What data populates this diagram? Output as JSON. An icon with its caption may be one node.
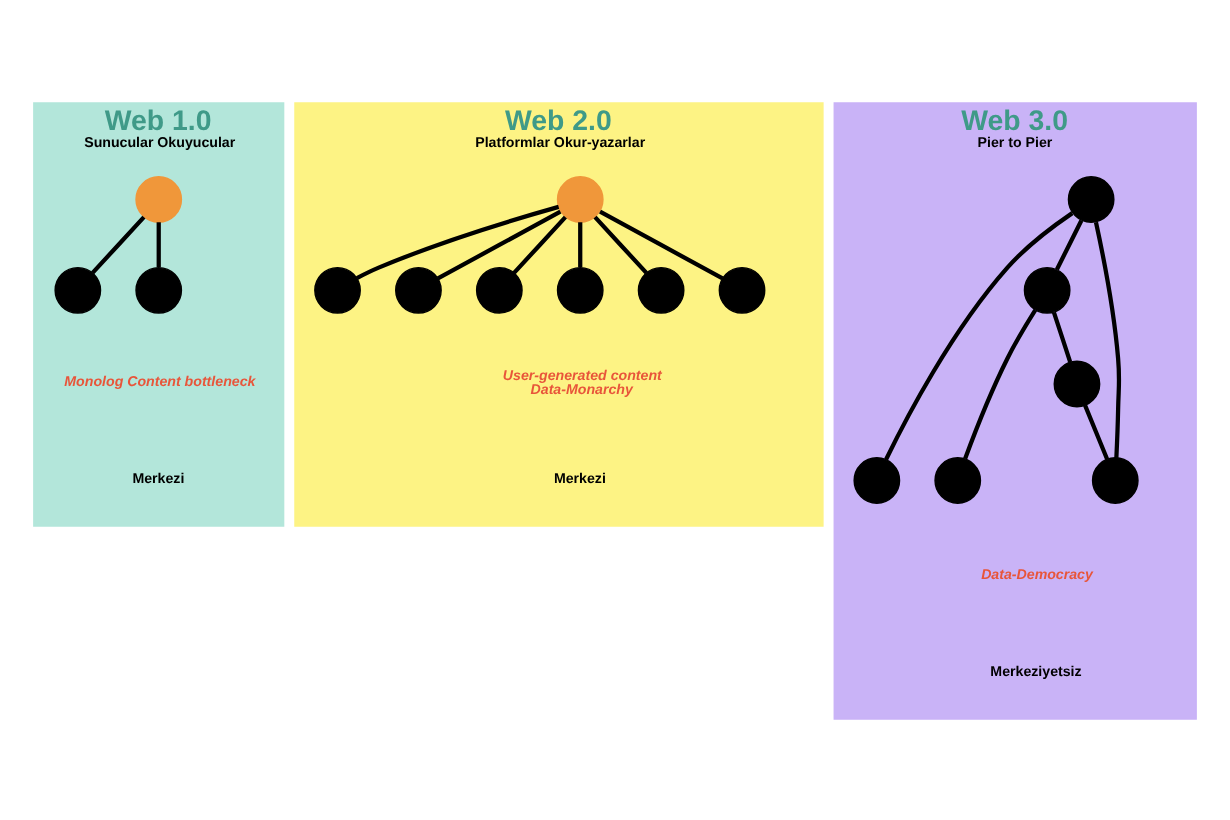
{
  "diagram": {
    "nodes": [
      {
        "text": [
          "Web 1.0",
          "Sunucular Okuyucular",
          "Monolog Content bottleneck"
        ],
        "beside": [
          "Merkezi"
        ]
      },
      {
        "text": [],
        "shape": "circle",
        "in": 0
      },
      {
        "text": [],
        "shape": "circle",
        "in": 0
      },
      {
        "text": [],
        "shape": "circle",
        "in": 0
      },
      {
        "text": [
          "Web 2.0",
          "Platformlar Okur-yazarlar",
          "User-generated content",
          "Data-Monarchy"
        ],
        "beside": [
          "Merkezi"
        ]
      },
      {
        "text": [],
        "shape": "circle",
        "in": 4
      },
      {
        "text": [],
        "shape": "circle",
        "in": 4
      },
      {
        "text": [],
        "shape": "circle",
        "in": 4
      },
      {
        "text": [],
        "shape": "circle",
        "in": 4
      },
      {
        "text": [],
        "shape": "circle",
        "in": 4
      },
      {
        "text": [],
        "shape": "circle",
        "in": 4
      },
      {
        "text": [],
        "shape": "circle",
        "in": 4
      },
      {
        "text": [
          "Web 3.0",
          "Pier to Pier",
          "Data-Democracy"
        ],
        "beside": [
          "Merkeziyetsiz"
        ]
      },
      {
        "text": [],
        "shape": "circle",
        "in": 12
      },
      {
        "text": [],
        "shape": "circle",
        "in": 12
      },
      {
        "text": [],
        "shape": "circle",
        "in": 12
      },
      {
        "text": [],
        "shape": "circle",
        "in": 12
      },
      {
        "text": [],
        "shape": "circle",
        "in": 12
      },
      {
        "text": [],
        "shape": "circle",
        "in": 12
      }
    ],
    "edges": [
      {
        "from": 1,
        "to": 2,
        "arrow": "none"
      },
      {
        "from": 1,
        "to": 3,
        "arrow": "none"
      },
      {
        "from": 8,
        "to": 5,
        "arrow": "none"
      },
      {
        "from": 8,
        "to": 6,
        "arrow": "none"
      },
      {
        "from": 8,
        "to": 7,
        "arrow": "none"
      },
      {
        "from": 8,
        "to": 9,
        "arrow": "none"
      },
      {
        "from": 8,
        "to": 10,
        "arrow": "none"
      },
      {
        "from": 8,
        "to": 11,
        "arrow": "none"
      },
      {
        "from": 13,
        "to": 14,
        "arrow": "none"
      },
      {
        "from": 13,
        "to": 15,
        "arrow": "none"
      },
      {
        "from": 13,
        "to": 18,
        "arrow": "none"
      },
      {
        "from": 15,
        "to": 16,
        "arrow": "none"
      },
      {
        "from": 15,
        "to": 17,
        "arrow": "none"
      },
      {
        "from": 17,
        "to": 18,
        "arrow": "none"
      }
    ]
  }
}
